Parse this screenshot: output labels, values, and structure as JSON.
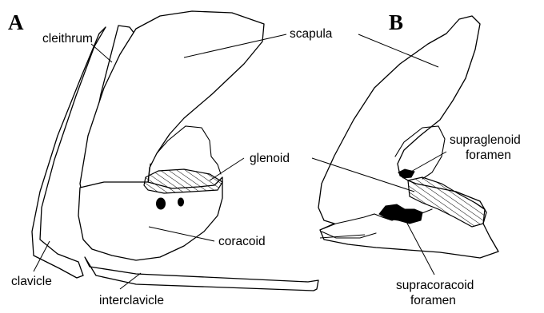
{
  "panels": {
    "a": "A",
    "b": "B"
  },
  "labels_a": {
    "cleithrum": "cleithrum",
    "scapula": "scapula",
    "glenoid": "glenoid",
    "coracoid": "coracoid",
    "clavicle": "clavicle",
    "interclavicle": "interclavicle"
  },
  "labels_b": {
    "supraglenoid_line1": "supraglenoid",
    "supraglenoid_line2": "foramen",
    "supracoracoid_line1": "supracoracoid",
    "supracoracoid_line2": "foramen"
  }
}
